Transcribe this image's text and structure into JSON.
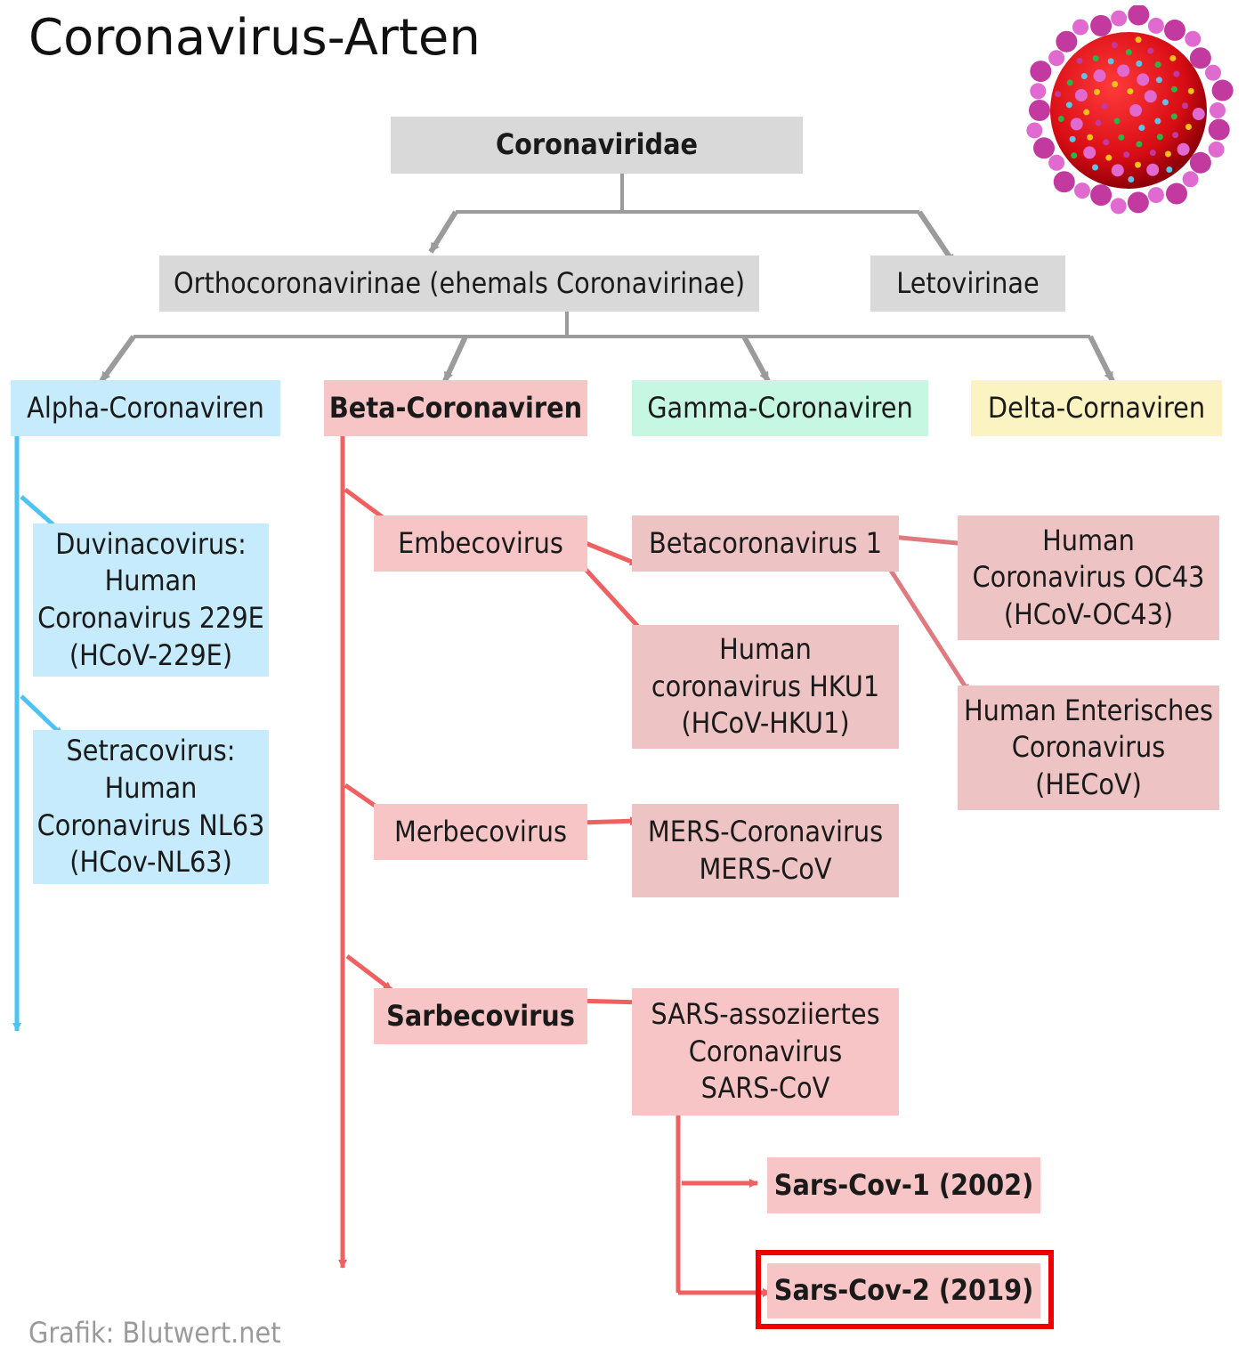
{
  "title": "Coronavirus-Arten",
  "credit": "Grafik: Blutwert.net",
  "colors": {
    "grey_box": "#d9d9d9",
    "grey_line": "#9b9b9b",
    "alpha_box": "#c6ebfc",
    "alpha_line": "#4dc3f5",
    "beta_box": "#f7c5c5",
    "beta_line": "#f06060",
    "beta_sub_line": "#e07a80",
    "gamma_box": "#c6f7e2",
    "delta_box": "#fbf3c2",
    "highlight": "#ef0000"
  },
  "icons": {
    "virus": "coronavirus-icon"
  },
  "nodes": {
    "coronaviridae": "Coronaviridae",
    "orthocoronavirinae": "Orthocoronavirinae (ehemals Coronavirinae)",
    "letovirinae": "Letovirinae",
    "alpha": "Alpha-Coronaviren",
    "beta": "Beta-Coronaviren",
    "gamma": "Gamma-Coronaviren",
    "delta": "Delta-Cornaviren",
    "duvinacovirus": "Duvinacovirus:\nHuman\nCoronavirus 229E\n(HCoV-229E)",
    "setracovirus": "Setracovirus:\nHuman\nCoronavirus NL63\n(HCov-NL63)",
    "embecovirus": "Embecovirus",
    "betacoronavirus1": "Betacoronavirus 1",
    "oc43": "Human\nCoronavirus OC43\n(HCoV-OC43)",
    "hku1": "Human\ncoronavirus HKU1\n(HCoV-HKU1)",
    "hecov": "Human Enterisches\nCoronavirus\n(HECoV)",
    "merbecovirus": "Merbecovirus",
    "mers": "MERS-Coronavirus\nMERS-CoV",
    "sarbecovirus": "Sarbecovirus",
    "sars_cov": "SARS-assoziiertes\nCoronavirus\nSARS-CoV",
    "sars_cov_1": "Sars-Cov-1 (2002)",
    "sars_cov_2": "Sars-Cov-2 (2019)"
  }
}
